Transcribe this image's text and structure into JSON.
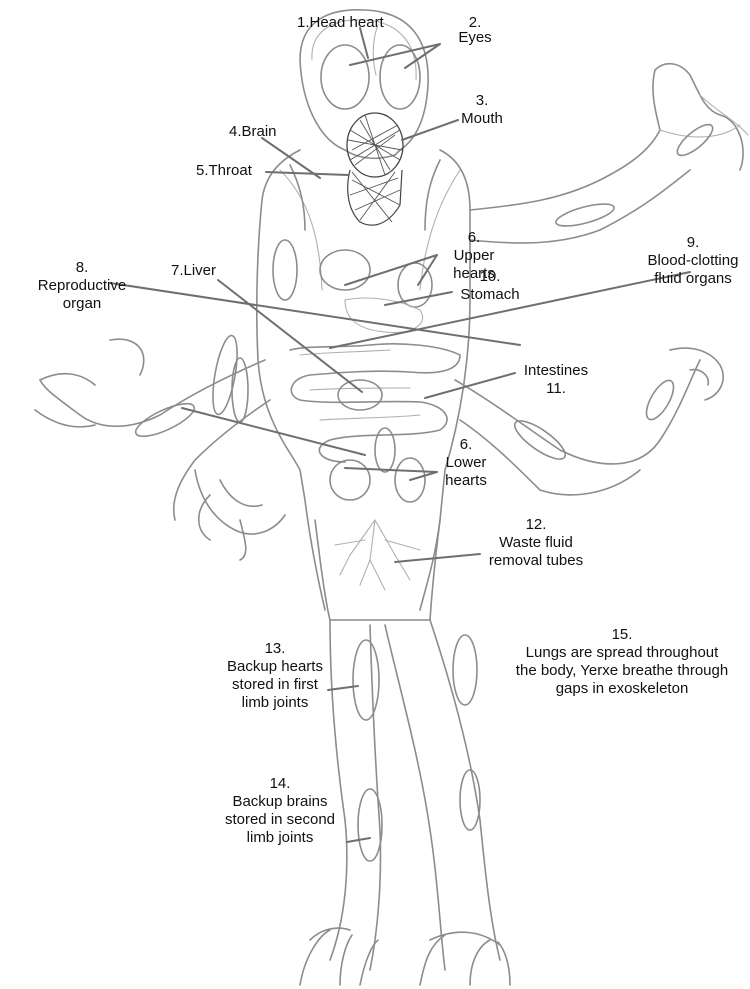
{
  "labels": {
    "head_heart": "1.Head heart",
    "eyes_num": "2.",
    "eyes": "Eyes",
    "mouth_num": "3.",
    "mouth": "Mouth",
    "brain": "4.Brain",
    "throat": "5.Throat",
    "upper_hearts_num": "6.",
    "upper_hearts_1": "Upper",
    "upper_hearts_2": "hearts",
    "liver": "7.Liver",
    "reproductive_num": "8.",
    "reproductive_1": "Reproductive",
    "reproductive_2": "organ",
    "blood_clotting_num": "9.",
    "blood_clotting_1": "Blood-clotting",
    "blood_clotting_2": "fluid organs",
    "stomach_num": "10.",
    "stomach": "Stomach",
    "intestines": "Intestines",
    "intestines_num": "11.",
    "lower_hearts_num": "6.",
    "lower_hearts_1": "Lower",
    "lower_hearts_2": "hearts",
    "waste_num": "12.",
    "waste_1": "Waste fluid",
    "waste_2": "removal tubes",
    "backup_hearts_num": "13.",
    "backup_hearts_1": "Backup hearts",
    "backup_hearts_2": "stored in first",
    "backup_hearts_3": "limb joints",
    "backup_brains_num": "14.",
    "backup_brains_1": "Backup brains",
    "backup_brains_2": "stored in second",
    "backup_brains_3": "limb joints",
    "lungs_num": "15.",
    "lungs_1": "Lungs are spread throughout",
    "lungs_2": "the body, Yerxe breathe through",
    "lungs_3": "gaps in exoskeleton"
  },
  "colors": {
    "pencil": "#8c8c8c",
    "leader": "#6f6f6f",
    "text": "#111111",
    "background": "#ffffff"
  }
}
